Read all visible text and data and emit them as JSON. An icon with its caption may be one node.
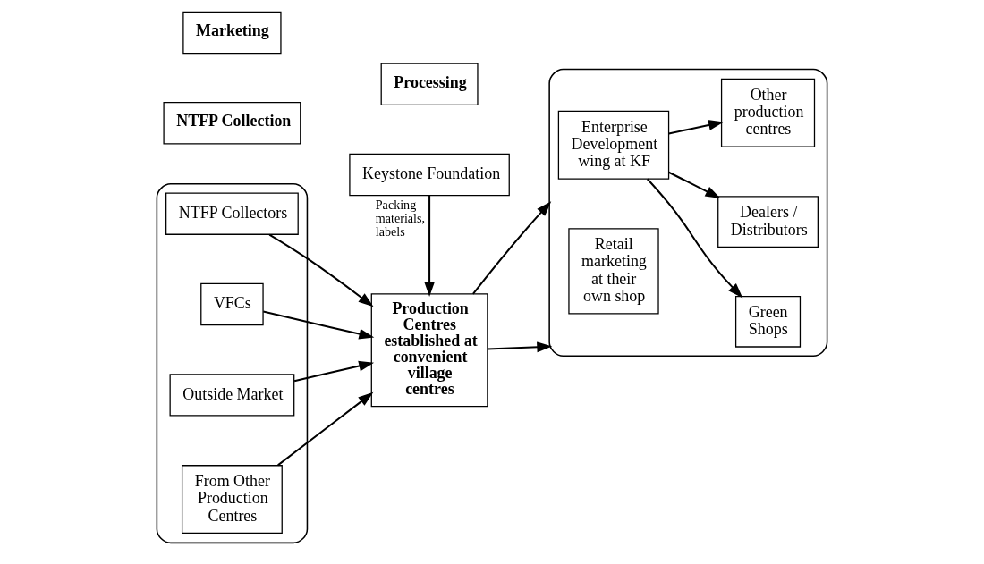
{
  "diagram": {
    "nodes": [
      {
        "text": [],
        "shape": "ellipse"
      },
      {
        "text": [
          "NTFP Collectors"
        ],
        "in": 0
      },
      {
        "text": [
          "VFCs"
        ],
        "in": 0
      },
      {
        "text": [
          "Outside Market"
        ],
        "in": 0
      },
      {
        "text": [
          "From Other Production Centres"
        ],
        "in": 0
      },
      {
        "text": [
          "Keystone Foundation"
        ]
      },
      {
        "text": [
          "Production Centres established at convenient village centres"
        ]
      },
      {
        "text": [],
        "shape": "ellipse"
      },
      {
        "text": [
          "Enterprise Development wing at KF"
        ],
        "in": 7
      },
      {
        "text": [
          "Green Shops"
        ],
        "in": 7
      },
      {
        "text": [
          "Dealers / Distributors"
        ],
        "in": 7
      },
      {
        "text": [
          "Other production centres"
        ],
        "in": 7
      },
      {
        "text": [
          "Retail marketing at their own shop"
        ],
        "in": 7
      },
      {
        "text": [
          "NTFP Collection"
        ]
      },
      {
        "text": [
          "Processing"
        ]
      },
      {
        "text": [
          "Marketing"
        ]
      }
    ],
    "edges": [
      {
        "from": 1,
        "to": 6,
        "arrow": "to"
      },
      {
        "from": 2,
        "to": 6,
        "arrow": "to"
      },
      {
        "from": 3,
        "to": 6,
        "arrow": "to"
      },
      {
        "from": 4,
        "to": 6,
        "arrow": "to"
      },
      {
        "from": 5,
        "to": 6,
        "arrow": "to",
        "label": "Packing materials, labels"
      },
      {
        "from": 6,
        "to": 7,
        "arrow": "to"
      },
      {
        "from": 6,
        "to": 7,
        "arrow": "to"
      },
      {
        "from": 8,
        "to": 9,
        "arrow": "to"
      },
      {
        "from": 8,
        "to": 10,
        "arrow": "to"
      },
      {
        "from": 8,
        "to": 11,
        "arrow": "to"
      }
    ]
  }
}
